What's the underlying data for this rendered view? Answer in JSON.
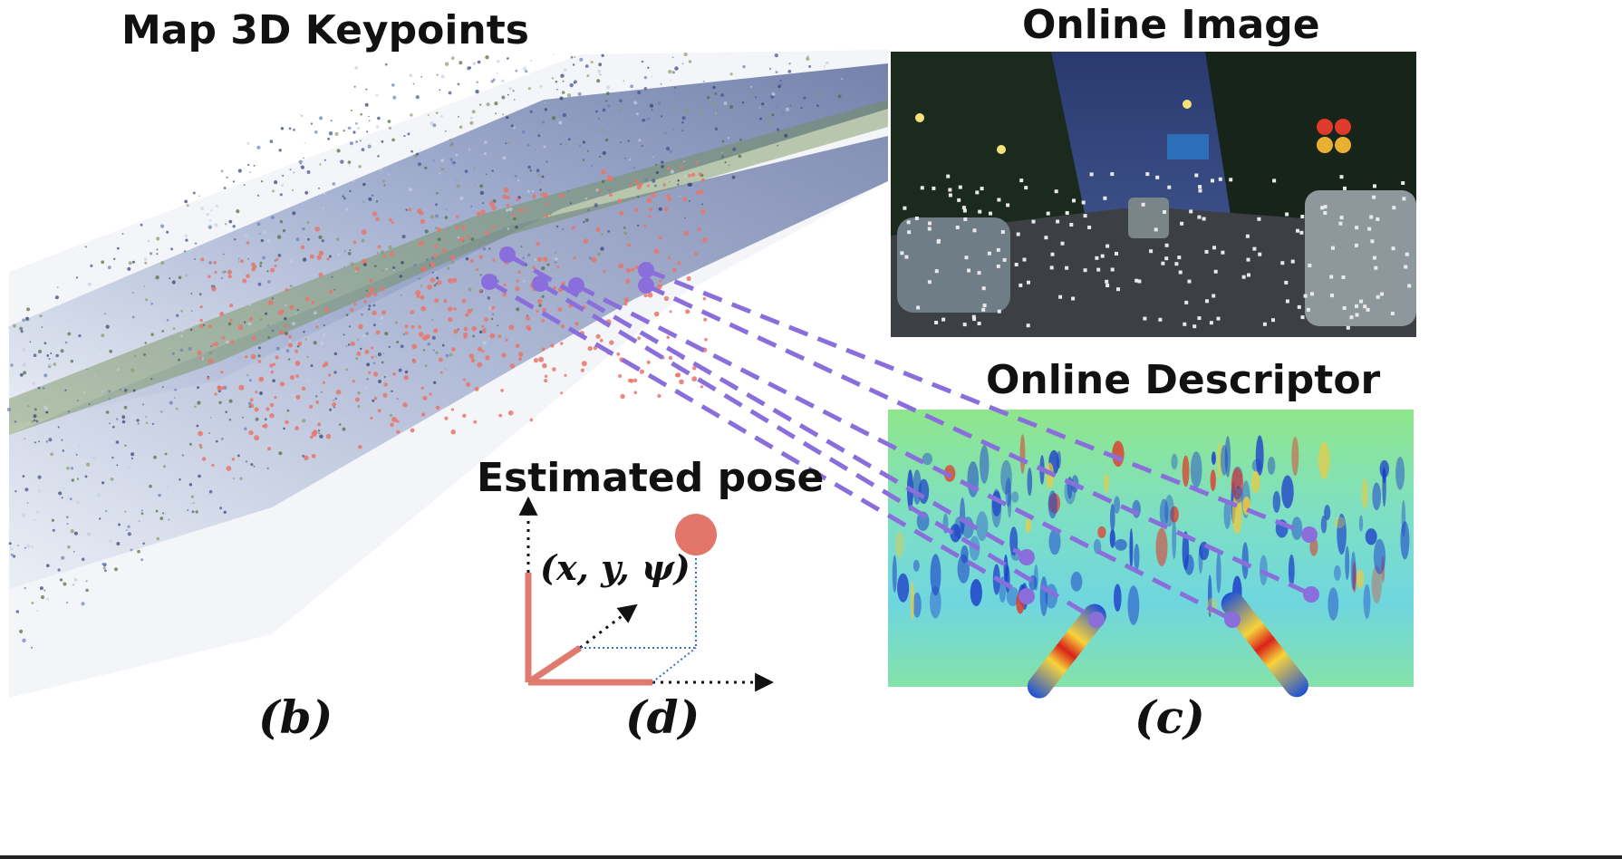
{
  "titles": {
    "map": "Map 3D Keypoints",
    "online_image": "Online  Image",
    "online_descriptor": "Online Descriptor",
    "estimated_pose": "Estimated pose"
  },
  "pose_variables": "(x, y, ψ)",
  "panel_labels": {
    "b": "(b)",
    "c": "(c)",
    "d": "(d)"
  },
  "colors": {
    "match_line": "#8a6fdc",
    "map_keypoint": "#e8756a",
    "pose_axis": "#e07a6e",
    "pose_dot": "#e2766b",
    "image_keypoint": "#e9e9e9"
  }
}
